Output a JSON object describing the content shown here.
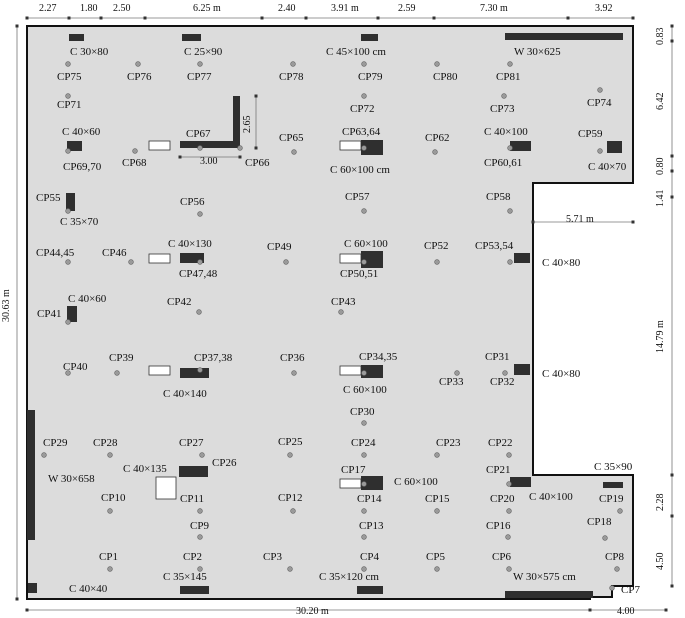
{
  "plan_title": "",
  "dimensions": {
    "top": [
      "2.27",
      "1.80",
      "2.50",
      "6.25 m",
      "2.40",
      "3.91 m",
      "2.59",
      "7.30 m",
      "3.92"
    ],
    "right": [
      "0.83",
      "6.42",
      "0.80",
      "1.41",
      "14.79 m",
      "2.28",
      "4.50"
    ],
    "bottom": [
      "30.20 m",
      "4.00"
    ],
    "left": [
      "30.63 m"
    ],
    "inner": [
      "2.65",
      "3.00",
      "5.71 m"
    ]
  },
  "column_labels": [
    "C 30×80",
    "C 25×90",
    "C 45×100 cm",
    "W 30×625",
    "C 40×60",
    "C 60×100 cm",
    "C 40×100",
    "C 40×70",
    "C 35×70",
    "C 40×130",
    "C 60×100",
    "C 40×80",
    "C 40×60",
    "C 40×80",
    "C 40×140",
    "C 60×100",
    "W 30×658",
    "C 40×135",
    "C 60×100",
    "C 40×100",
    "C 35×90",
    "C 40×40",
    "C 35×145",
    "C 35×120 cm",
    "W 30×575 cm"
  ],
  "points": [
    "CP75",
    "CP76",
    "CP77",
    "CP78",
    "CP79",
    "CP80",
    "CP81",
    "CP71",
    "CP72",
    "CP73",
    "CP74",
    "CP67",
    "CP69,70",
    "CP68",
    "CP66",
    "CP65",
    "CP63,64",
    "CP62",
    "CP60,61",
    "CP59",
    "CP55",
    "CP56",
    "CP57",
    "CP58",
    "CP44,45",
    "CP46",
    "CP47,48",
    "CP49",
    "CP50,51",
    "CP52",
    "CP53,54",
    "CP41",
    "CP42",
    "CP43",
    "CP40",
    "CP39",
    "CP37,38",
    "CP36",
    "CP34,35",
    "CP33",
    "CP31",
    "CP32",
    "CP30",
    "CP29",
    "CP28",
    "CP27",
    "CP26",
    "CP25",
    "CP24",
    "CP23",
    "CP22",
    "CP17",
    "CP21",
    "CP10",
    "CP11",
    "CP12",
    "CP14",
    "CP15",
    "CP20",
    "CP19",
    "CP9",
    "CP13",
    "CP16",
    "CP18",
    "CP1",
    "CP2",
    "CP3",
    "CP4",
    "CP5",
    "CP6",
    "CP8",
    "CP7"
  ]
}
